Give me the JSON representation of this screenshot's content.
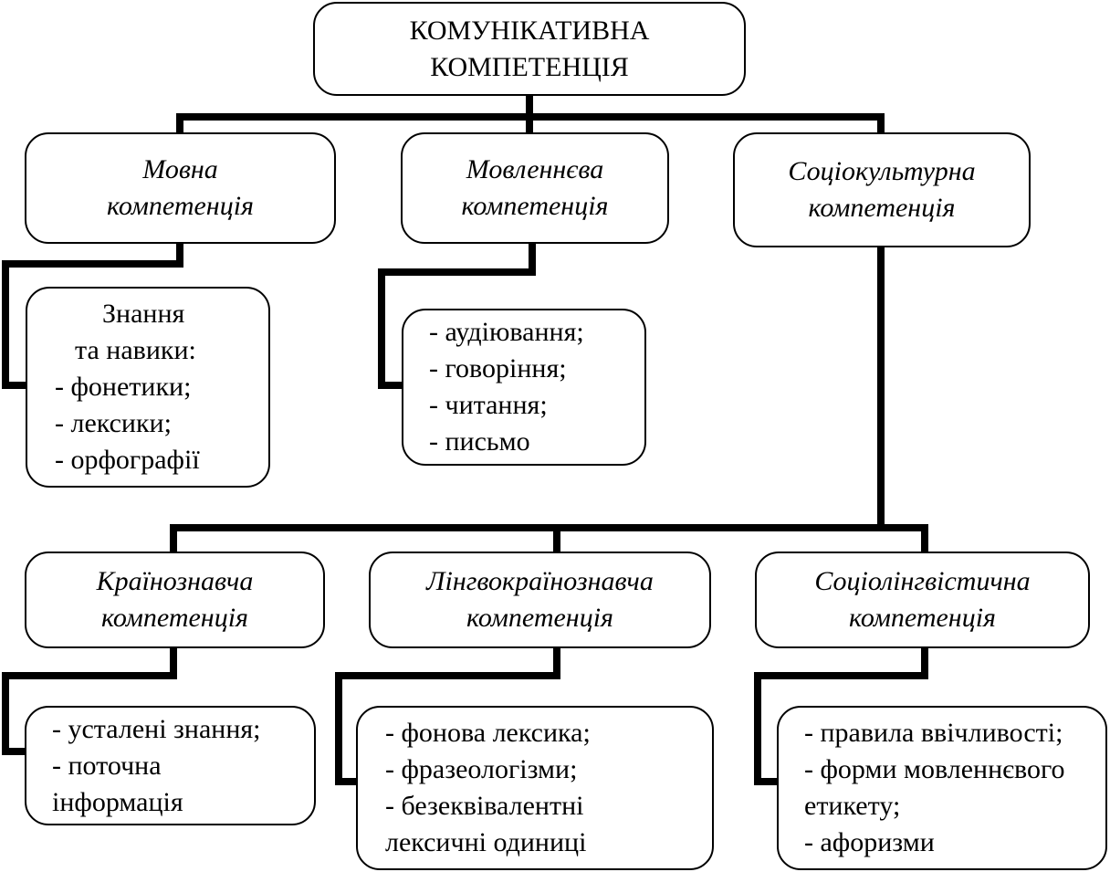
{
  "root": {
    "lines": [
      "КОМУНІКАТИВНА",
      "КОМПЕТЕНЦІЯ"
    ]
  },
  "level1": [
    {
      "lines": [
        "Мовна",
        "компетенція"
      ]
    },
    {
      "lines": [
        "Мовленнєва",
        "компетенція"
      ]
    },
    {
      "lines": [
        "Соціокультурна",
        "компетенція"
      ]
    }
  ],
  "level1_details": [
    {
      "lines": [
        "Знання",
        "та навики:",
        "- фонетики;",
        "- лексики;",
        "- орфографії"
      ]
    },
    {
      "lines": [
        "- аудіювання;",
        "- говоріння;",
        "- читання;",
        "- письмо"
      ]
    }
  ],
  "level2": [
    {
      "lines": [
        "Країнознавча",
        "компетенція"
      ]
    },
    {
      "lines": [
        "Лінгвокраїнознавча",
        "компетенція"
      ]
    },
    {
      "lines": [
        "Соціолінгвістична",
        "компетенція"
      ]
    }
  ],
  "level2_details": [
    {
      "lines": [
        "- усталені знання;",
        "- поточна",
        "інформація"
      ]
    },
    {
      "lines": [
        "- фонова лексика;",
        "- фразеологізми;",
        "- безеквівалентні",
        "лексичні одиниці"
      ]
    },
    {
      "lines": [
        "- правила ввічливості;",
        "- форми мовленнєвого",
        "етикету;",
        "- афоризми"
      ]
    }
  ]
}
